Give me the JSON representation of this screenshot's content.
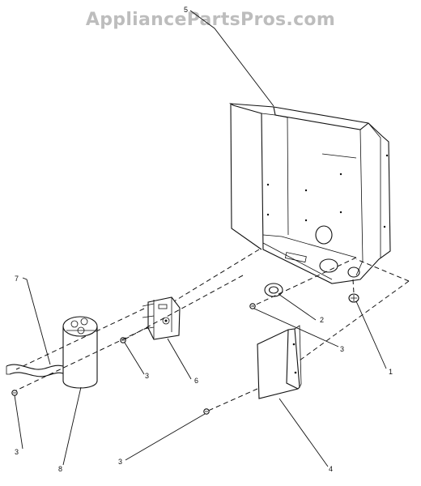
{
  "watermark": "AppliancePartsPros.com",
  "callouts": {
    "c1": "1",
    "c2": "2",
    "c3a": "3",
    "c3b": "3",
    "c3c": "3",
    "c3d": "3",
    "c4": "4",
    "c5": "5",
    "c6": "6",
    "c7": "7",
    "c8": "8"
  }
}
